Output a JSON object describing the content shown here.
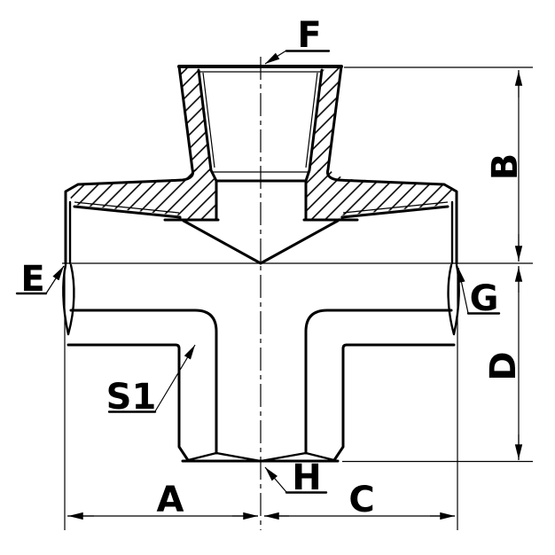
{
  "drawing": {
    "labels": {
      "f": "F",
      "b": "B",
      "e": "E",
      "g": "G",
      "s1": "S1",
      "d": "D",
      "a": "A",
      "c": "C",
      "h": "H"
    },
    "colors": {
      "line": "#000000",
      "background": "#ffffff"
    }
  }
}
